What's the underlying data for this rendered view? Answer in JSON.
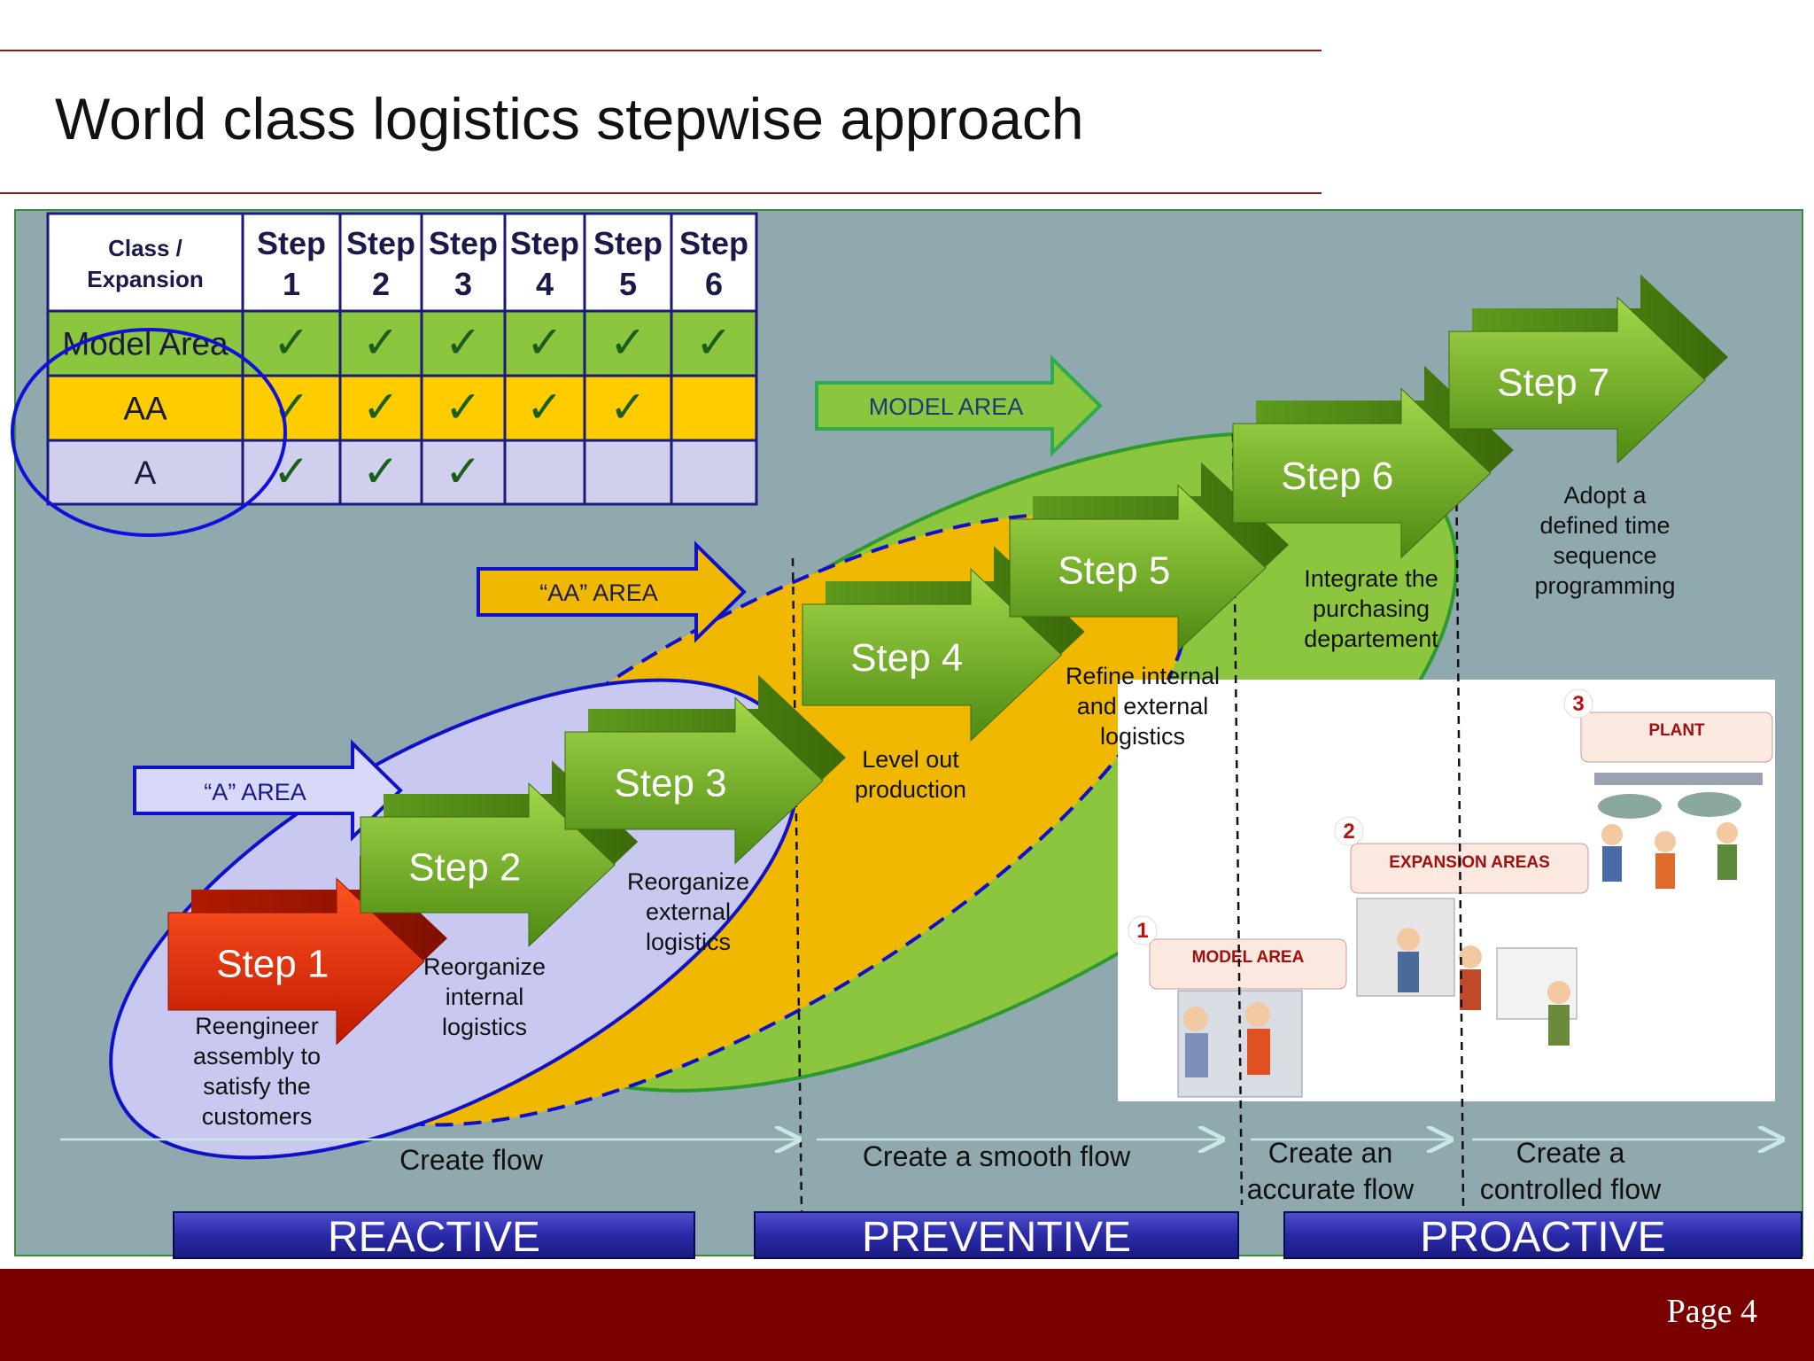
{
  "title": "World class logistics stepwise approach",
  "page": "Page 4",
  "table": {
    "corner": [
      "Class /",
      "Expansion"
    ],
    "steps": [
      [
        "Step",
        "1"
      ],
      [
        "Step",
        "2"
      ],
      [
        "Step",
        "3"
      ],
      [
        "Step",
        "4"
      ],
      [
        "Step",
        "5"
      ],
      [
        "Step",
        "6"
      ]
    ],
    "rows": [
      {
        "label": "Model Area",
        "color": "#8cc63f",
        "checks": [
          true,
          true,
          true,
          true,
          true,
          true
        ]
      },
      {
        "label": "AA",
        "color": "#ffcc00",
        "checks": [
          true,
          true,
          true,
          true,
          true,
          false
        ]
      },
      {
        "label": "A",
        "color": "#d0d0ee",
        "checks": [
          true,
          true,
          true,
          false,
          false,
          false
        ]
      }
    ],
    "check_glyph": "✓",
    "check_color": "#1a5e1a"
  },
  "areas": {
    "a": "“A”  AREA",
    "aa": "“AA”  AREA",
    "model": "MODEL  AREA"
  },
  "steps": [
    {
      "label": "Step 1",
      "desc": [
        "Reengineer",
        "assembly to",
        "satisfy the",
        "customers"
      ]
    },
    {
      "label": "Step 2",
      "desc": [
        "Reorganize",
        "internal",
        "logistics"
      ]
    },
    {
      "label": "Step 3",
      "desc": [
        "Reorganize",
        "external",
        "logistics"
      ]
    },
    {
      "label": "Step 4",
      "desc": [
        "Level out",
        "production"
      ]
    },
    {
      "label": "Step 5",
      "desc": [
        "Refine internal",
        "and external",
        "logistics"
      ]
    },
    {
      "label": "Step 6",
      "desc": [
        "Integrate the",
        "purchasing",
        "departement"
      ]
    },
    {
      "label": "Step 7",
      "desc": [
        "Adopt a",
        "defined time",
        "sequence",
        "programming"
      ]
    }
  ],
  "flows": [
    [
      "Create flow"
    ],
    [
      "Create a smooth flow"
    ],
    [
      "Create an",
      "accurate flow"
    ],
    [
      "Create a",
      "controlled flow"
    ]
  ],
  "phases": [
    "REACTIVE",
    "PREVENTIVE",
    "PROACTIVE"
  ],
  "illustration": {
    "markers": [
      "1",
      "2",
      "3"
    ],
    "labels": [
      "MODEL AREA",
      "EXPANSION AREAS",
      "PLANT"
    ]
  },
  "colors": {
    "model_area": "#8cc63f",
    "aa_area": "#f0b800",
    "a_area": "#c8c8f0",
    "outline_blue": "#1010cc",
    "step1_red": "#dd2200",
    "step_green": "#6aa820",
    "phase_blue": "#2a2aa0",
    "footer": "#7a0000"
  }
}
